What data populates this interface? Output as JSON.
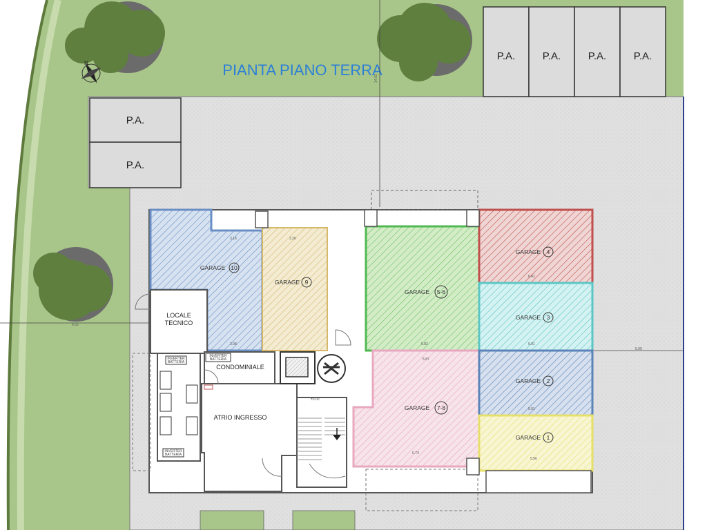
{
  "title": "PIANTA PIANO TERRA",
  "parking_label": "P.A.",
  "garages": [
    {
      "id": "g10",
      "label": "GARAGE",
      "num": "10",
      "color": "#6a8fc4"
    },
    {
      "id": "g9",
      "label": "GARAGE",
      "num": "9",
      "color": "#d6b86a"
    },
    {
      "id": "g56",
      "label": "GARAGE",
      "num": "5-6",
      "color": "#4fb84f"
    },
    {
      "id": "g78",
      "label": "GARAGE",
      "num": "7-8",
      "color": "#e8a8c0"
    },
    {
      "id": "g4",
      "label": "GARAGE",
      "num": "4",
      "color": "#c0504d"
    },
    {
      "id": "g3",
      "label": "GARAGE",
      "num": "3",
      "color": "#5cc6c6"
    },
    {
      "id": "g2",
      "label": "GARAGE",
      "num": "2",
      "color": "#5b85b8"
    },
    {
      "id": "g1",
      "label": "GARAGE",
      "num": "1",
      "color": "#e6df6a"
    }
  ],
  "rooms": {
    "locale_tecnico_1": "LOCALE",
    "locale_tecnico_2": "TECNICO",
    "condominiale": "CONDOMINIALE",
    "atrio": "ATRIO INGRESSO"
  },
  "dimensions": {
    "d_1403": "14.03",
    "d_605": "6.05",
    "d_500": "5.00",
    "d_316": "3.16",
    "d_320": "3.20",
    "d_308": "3.08",
    "d_582": "5.82",
    "d_587": "5.87",
    "d_673": "6.73",
    "d_641": "6.41",
    "d_591a": "5.91",
    "d_591b": "5.91",
    "d_556": "5.56",
    "d_000": "±0.00"
  },
  "battery_label_1": "INVERTER",
  "battery_label_2": "BATTERIA",
  "colors": {
    "lawn": "#a9c68a",
    "paving": "#dedede",
    "tree": "#5f7f3f",
    "tree_shadow": "#6b6b6b",
    "wall": "#555555",
    "title": "#2b7fd6"
  }
}
